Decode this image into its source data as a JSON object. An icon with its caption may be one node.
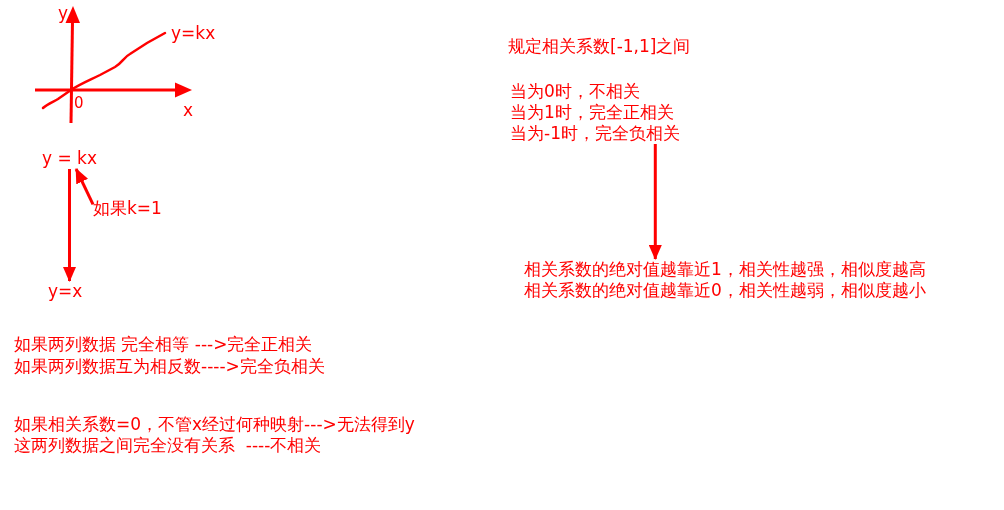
{
  "diagram": {
    "nodes": [
      {
        "text": [
          "y = kx"
        ]
      },
      {
        "text": [
          "如果k=1"
        ]
      },
      {
        "text": [
          "y=x"
        ]
      },
      {
        "text": [
          "当为0时，不相关",
          "当为1时，完全正相关",
          "当为-1时，完全负相关"
        ]
      },
      {
        "text": [
          "相关系数的绝对值越靠近1，相关性越强，相似度越高",
          "相关系数的绝对值越靠近0，相关性越弱，相似度越小"
        ]
      }
    ],
    "edges": [
      {
        "from": 1,
        "to": 0,
        "arrow": "to"
      },
      {
        "from": 0,
        "to": 2,
        "arrow": "to"
      },
      {
        "from": 3,
        "to": 4,
        "arrow": "to"
      }
    ],
    "labels": [
      "y",
      "y=kx",
      "0",
      "x",
      "规定相关系数[-1,1]之间",
      "如果两列数据 完全相等 --->完全正相关",
      "如果两列数据互为相反数---->完全负相关",
      "如果相关系数=0，不管x经过何种映射--->无法得到y",
      "这两列数据之间完全没有关系  ----不相关"
    ]
  }
}
